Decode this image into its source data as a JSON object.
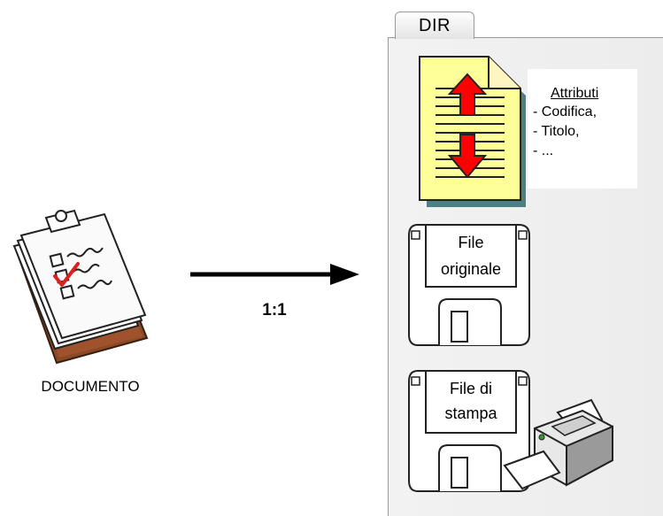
{
  "document": {
    "label": "DOCUMENTO",
    "icon": "clipboard-checklist-icon"
  },
  "relation": {
    "label": "1:1"
  },
  "dir": {
    "tab_label": "DIR",
    "attributes_file": {
      "title": "Attributi",
      "items": [
        "- Codifica,",
        "- Titolo,",
        "- ..."
      ],
      "icon": "document-sort-icon"
    },
    "original_file": {
      "label_line1": "File",
      "label_line2": "originale",
      "icon": "floppy-disk-icon"
    },
    "print_file": {
      "label_line1": "File di",
      "label_line2": "stampa",
      "icon": "floppy-disk-icon",
      "extra_icon": "printer-icon"
    }
  },
  "colors": {
    "arrow_red": "#ff0000",
    "file_yellow": "#ffff99",
    "shadow_teal": "#4d8080",
    "check_red": "#e02020",
    "clipboard_brown": "#a0522d"
  }
}
